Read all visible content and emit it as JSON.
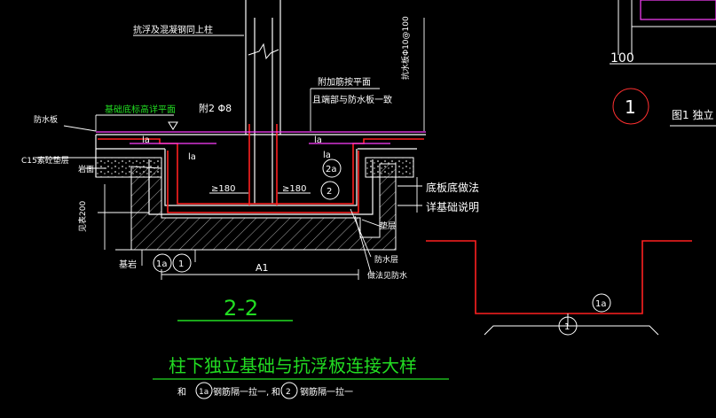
{
  "colors": {
    "background": "#000000",
    "line": "#ffffff",
    "rebar": "#ff2020",
    "title": "#22dd22",
    "label": "#ffffff",
    "grade": "#ff3fff",
    "cyan": "#00ffff"
  },
  "labels": {
    "top_note": "抗浮及混凝钢同上柱",
    "rebar_ref": "附2 Φ8",
    "note_right_1": "附加筋按平面",
    "note_right_2": "且端部与防水板一致",
    "vertical_note": "抗水板Φ10@100",
    "waterproof_left": "防水板",
    "bottom_elev": "基础底标高详平面",
    "c15": "C15素砼垫层",
    "rock": "岩面",
    "dim_left": "见表200",
    "base_rock": "基岩",
    "len_la_1": "la",
    "len_la_2": "la",
    "len_la_3": "la",
    "len_la_4": "la",
    "ge180_left": "≥180",
    "ge180_right": "≥180",
    "marker_2a": "2a",
    "marker_2": "2",
    "marker_1a": "1a",
    "marker_1": "1",
    "bottom_method_1": "底板底做法",
    "bottom_method_2": "详基础说明",
    "cushion": "垫层",
    "waterproof_layer": "防水层",
    "waterproof_layer_2": "做法见防水",
    "dim_A1": "A1",
    "section": "2-2",
    "title": "柱下独立基础与抗浮板连接大样",
    "legend_and_1": "和",
    "legend_text_1": "钢筋隔一拉一,",
    "legend_and_2": "和",
    "legend_text_2": "钢筋隔一拉一",
    "top_right_100": "100",
    "top_right_circle": "1",
    "fig_label": "图1 独立",
    "detail_marker_1a": "1a",
    "detail_marker_1": "1"
  }
}
